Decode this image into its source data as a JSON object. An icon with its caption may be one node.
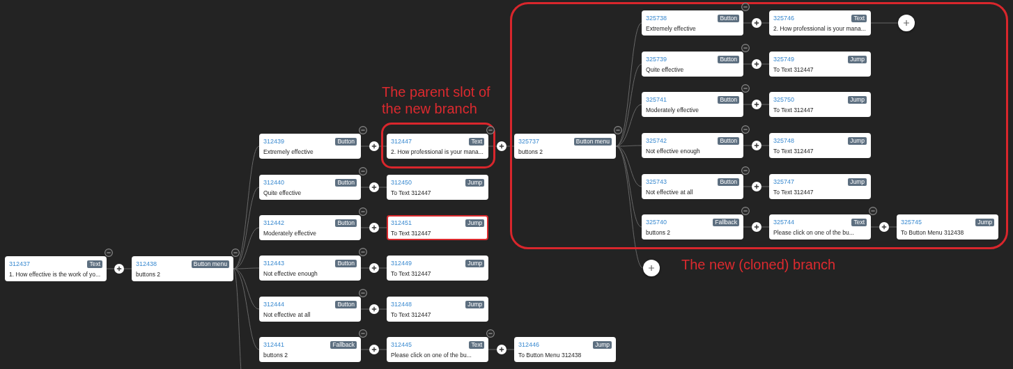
{
  "diagram": {
    "nodes": [
      {
        "text": [
          "312437",
          "Text",
          "1. How effective is the work of yo..."
        ]
      },
      {
        "text": [
          "312438",
          "Button menu",
          "buttons 2"
        ]
      },
      {
        "text": [
          "312439",
          "Button",
          "Extremely effective"
        ]
      },
      {
        "text": [],
        "shape": "box",
        "beside": [
          "The parent slot of the new branch"
        ]
      },
      {
        "text": [
          "312447",
          "Text",
          "2. How professional is your mana..."
        ],
        "in": 3
      },
      {
        "text": [],
        "shape": "box",
        "beside": [
          "The new (cloned) branch"
        ]
      },
      {
        "text": [
          "325737",
          "Button menu",
          "buttons 2"
        ],
        "in": 5
      },
      {
        "text": [
          "325738",
          "Button",
          "Extremely effective"
        ],
        "in": 5
      },
      {
        "text": [
          "325746",
          "Text",
          "2. How professional is your mana..."
        ],
        "in": 5
      },
      {
        "text": [],
        "shape": "circle",
        "in": 5
      },
      {
        "text": [
          "325739",
          "Button",
          "Quite effective"
        ],
        "in": 5
      },
      {
        "text": [
          "325749",
          "Jump",
          "To Text 312447"
        ],
        "in": 5
      },
      {
        "text": [
          "325741",
          "Button",
          "Moderately effective"
        ],
        "in": 5
      },
      {
        "text": [
          "325750",
          "Jump",
          "To Text 312447"
        ],
        "in": 5
      },
      {
        "text": [
          "325742",
          "Button",
          "Not effective enough"
        ],
        "in": 5
      },
      {
        "text": [
          "325748",
          "Jump",
          "To Text 312447"
        ],
        "in": 5
      },
      {
        "text": [
          "325743",
          "Button",
          "Not effective at all"
        ],
        "in": 5
      },
      {
        "text": [
          "325747",
          "Jump",
          "To Text 312447"
        ],
        "in": 5
      },
      {
        "text": [
          "325740",
          "Fallback",
          "buttons 2"
        ],
        "in": 5
      },
      {
        "text": [
          "325744",
          "Text",
          "Please click on one of the bu..."
        ],
        "in": 5
      },
      {
        "text": [
          "325745",
          "Jump",
          "To Button Menu 312438"
        ],
        "in": 5
      },
      {
        "text": [],
        "shape": "circle"
      },
      {
        "text": [
          "312440",
          "Button",
          "Quite effective"
        ]
      },
      {
        "text": [
          "312450",
          "Jump",
          "To Text 312447"
        ]
      },
      {
        "text": [
          "312442",
          "Button",
          "Moderately effective"
        ]
      },
      {
        "text": [
          "312451",
          "Jump",
          "To Text 312447"
        ]
      },
      {
        "text": [
          "312443",
          "Button",
          "Not effective enough"
        ]
      },
      {
        "text": [
          "312449",
          "Jump",
          "To Text 312447"
        ]
      },
      {
        "text": [
          "312444",
          "Button",
          "Not effective at all"
        ]
      },
      {
        "text": [
          "312448",
          "Jump",
          "To Text 312447"
        ]
      },
      {
        "text": [
          "312441",
          "Fallback",
          "buttons 2"
        ]
      },
      {
        "text": [
          "312445",
          "Text",
          "Please click on one of the bu..."
        ]
      },
      {
        "text": [
          "312446",
          "Jump",
          "To Button Menu 312438"
        ]
      }
    ],
    "edges": [
      {
        "from": 0,
        "to": 1,
        "arrow": "none"
      },
      {
        "from": 1,
        "to": 2,
        "arrow": "none"
      },
      {
        "from": 1,
        "to": 22,
        "arrow": "none"
      },
      {
        "from": 1,
        "to": 24,
        "arrow": "none"
      },
      {
        "from": 1,
        "to": 26,
        "arrow": "none"
      },
      {
        "from": 1,
        "to": 28,
        "arrow": "none"
      },
      {
        "from": 1,
        "to": 30,
        "arrow": "none"
      },
      {
        "from": 1,
        "to": null,
        "arrow": "none"
      },
      {
        "from": 2,
        "to": 4,
        "arrow": "none"
      },
      {
        "from": 22,
        "to": 23,
        "arrow": "none"
      },
      {
        "from": 24,
        "to": 25,
        "arrow": "none"
      },
      {
        "from": 26,
        "to": 27,
        "arrow": "none"
      },
      {
        "from": 28,
        "to": 29,
        "arrow": "none"
      },
      {
        "from": 30,
        "to": 31,
        "arrow": "none"
      },
      {
        "from": 31,
        "to": 32,
        "arrow": "none"
      },
      {
        "from": 4,
        "to": 6,
        "arrow": "none"
      },
      {
        "from": 6,
        "to": 7,
        "arrow": "none"
      },
      {
        "from": 6,
        "to": 10,
        "arrow": "none"
      },
      {
        "from": 6,
        "to": 12,
        "arrow": "none"
      },
      {
        "from": 6,
        "to": 14,
        "arrow": "none"
      },
      {
        "from": 6,
        "to": 16,
        "arrow": "none"
      },
      {
        "from": 6,
        "to": 18,
        "arrow": "none"
      },
      {
        "from": 6,
        "to": 21,
        "arrow": "none"
      },
      {
        "from": 7,
        "to": 8,
        "arrow": "none"
      },
      {
        "from": 8,
        "to": 9,
        "arrow": "none"
      },
      {
        "from": 10,
        "to": 11,
        "arrow": "none"
      },
      {
        "from": 12,
        "to": 13,
        "arrow": "none"
      },
      {
        "from": 14,
        "to": 15,
        "arrow": "none"
      },
      {
        "from": 16,
        "to": 17,
        "arrow": "none"
      },
      {
        "from": 18,
        "to": 19,
        "arrow": "none"
      },
      {
        "from": 19,
        "to": 20,
        "arrow": "none"
      }
    ]
  }
}
